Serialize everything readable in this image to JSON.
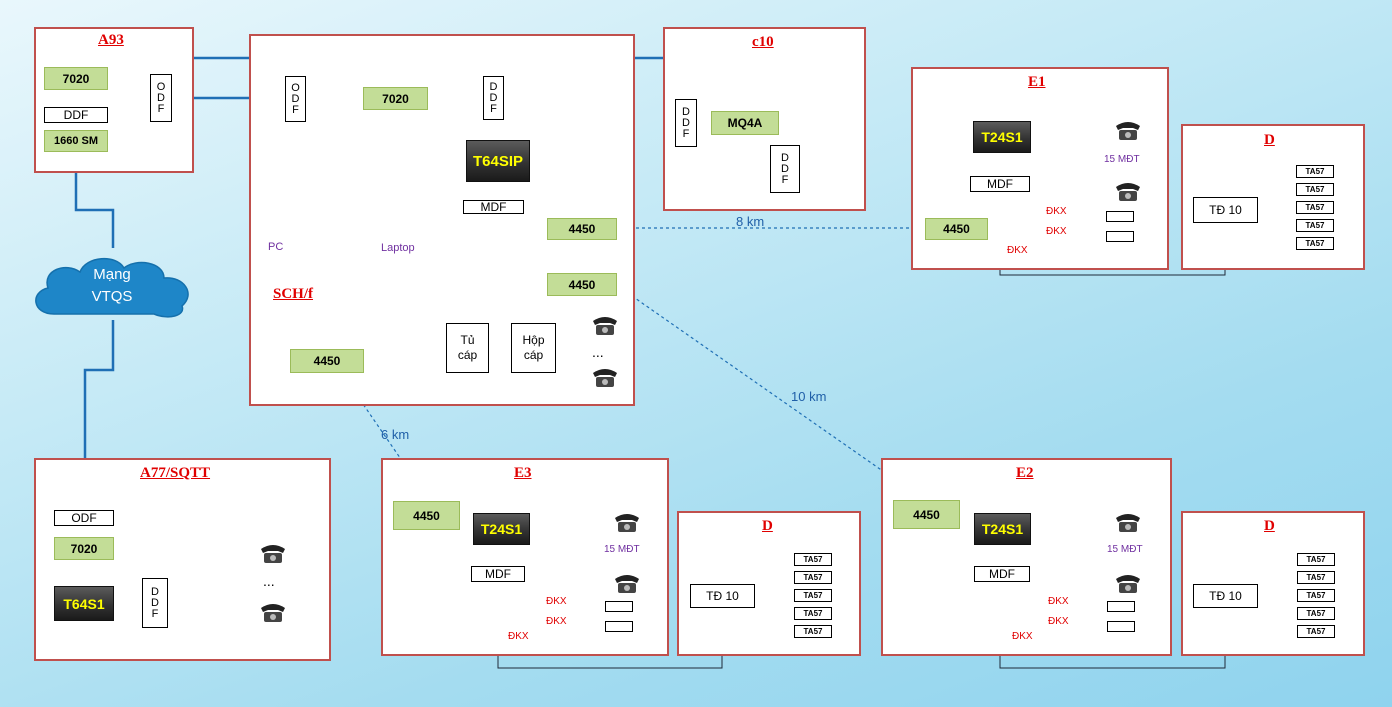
{
  "sites": {
    "a93": "A93",
    "c10": "c10",
    "e1": "E1",
    "schf": "SCH/f",
    "a77": "A77/SQTT",
    "e3": "E3",
    "e2": "E2",
    "d1": "D",
    "d2": "D",
    "d3": "D"
  },
  "equipment": {
    "m7020": "7020",
    "m1660": "1660 SM",
    "ddf": "DDF",
    "odf": "ODF",
    "mq4a": "MQ4A",
    "t64sip": "T64SIP",
    "t24s1": "T24S1",
    "t64s1": "T64S1",
    "mdf": "MDF",
    "m4450": "4450",
    "tu_cap": [
      "Tủ",
      "cáp"
    ],
    "hop_cap": [
      "Hộp",
      "cáp"
    ],
    "td10": "TĐ 10",
    "ta57": "TA57",
    "odf_letters": [
      "O",
      "D",
      "F"
    ],
    "ddf_letters": [
      "D",
      "D",
      "F"
    ]
  },
  "labels": {
    "pc": "PC",
    "laptop": "Laptop",
    "dkx": "ĐKX",
    "mdt15": "15 MĐT",
    "ellipsis": "...",
    "ellipsis2": "..."
  },
  "cloud": {
    "line1": "Mạng",
    "line2": "VTQS"
  },
  "distances": {
    "d8": "8 km",
    "d10": "10 km",
    "d6": "6 km"
  },
  "colors": {
    "border": "#c0504d",
    "title": "#e00000",
    "link": "#1f6fb5",
    "equipment": "#c3dd97",
    "switch_text": "#ffff00"
  }
}
